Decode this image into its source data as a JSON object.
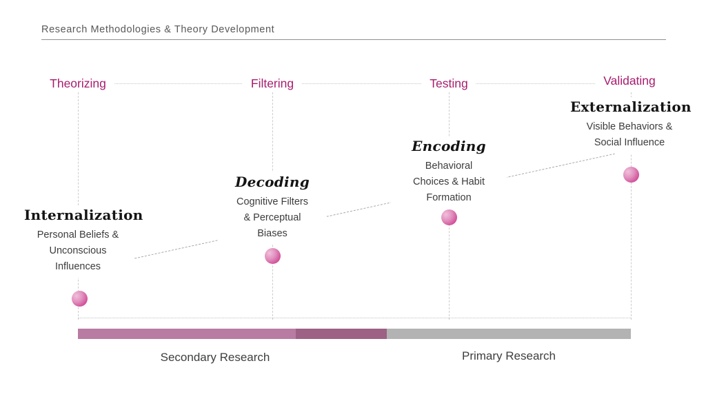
{
  "title": "Research Methodologies & Theory Development",
  "stages": [
    {
      "label": "Theorizing"
    },
    {
      "label": "Filtering"
    },
    {
      "label": "Testing"
    },
    {
      "label": "Validating"
    }
  ],
  "milestones": [
    {
      "heading": "Internalization",
      "lines": [
        "Personal Beliefs &",
        "Unconscious",
        "Influences"
      ]
    },
    {
      "heading": "Decoding",
      "lines": [
        "Cognitive Filters",
        "& Perceptual",
        "Biases"
      ]
    },
    {
      "heading": "Encoding",
      "lines": [
        "Behavioral",
        "Choices & Habit",
        "Formation"
      ]
    },
    {
      "heading": "Externalization",
      "lines": [
        "Visible Behaviors &",
        "Social Influence"
      ]
    }
  ],
  "research_bar": {
    "labels": {
      "secondary": "Secondary Research",
      "primary": "Primary Research"
    }
  },
  "colors": {
    "stage_label": "#a71c6e",
    "dot_light": "#f2c0da",
    "dot_dark": "#c8237f",
    "bar_secondary_light": "#b87ca2",
    "bar_secondary_dark": "#9c6184",
    "bar_primary_gray": "#b3b3b3",
    "line_gray": "#c4c4c4"
  }
}
